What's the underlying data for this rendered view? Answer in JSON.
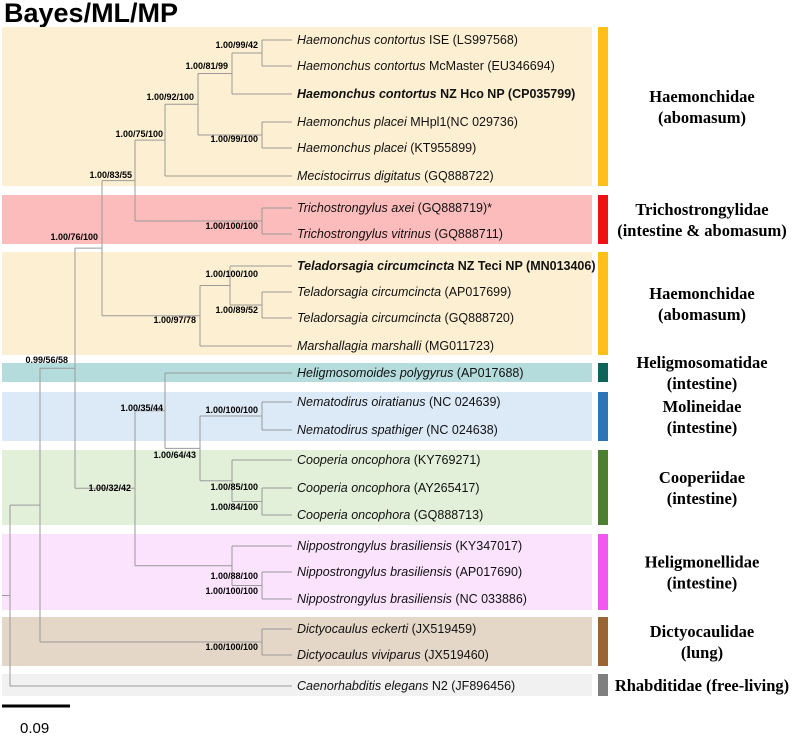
{
  "title": "Bayes/ML/MP",
  "scale_bar_label": "0.09",
  "clade_bands": [
    {
      "color": "#fdf0d2",
      "bar_color": "#fdbf18",
      "family_lines": [
        "Haemonchidae",
        "(abomasum)"
      ]
    },
    {
      "color": "#fdbcbc",
      "bar_color": "#ee1111",
      "family_lines": [
        "Trichostrongylidae",
        "(intestine & abomasum)"
      ]
    },
    {
      "color": "#fdf0d2",
      "bar_color": "#fdbf18",
      "family_lines": [
        "Haemonchidae",
        "(abomasum)"
      ]
    },
    {
      "color": "#b4dcdc",
      "bar_color": "#0e6458",
      "family_lines": [
        "Heligmosomatidae",
        "(intestine)"
      ]
    },
    {
      "color": "#dce9f6",
      "bar_color": "#2e75b6",
      "family_lines": [
        "Molineidae",
        "(intestine)"
      ]
    },
    {
      "color": "#e2efd9",
      "bar_color": "#4d7f30",
      "family_lines": [
        "Cooperiidae",
        "(intestine)"
      ]
    },
    {
      "color": "#fbe3fd",
      "bar_color": "#f158ef",
      "family_lines": [
        "Heligmonellidae",
        "(intestine)"
      ]
    },
    {
      "color": "#e4d7c8",
      "bar_color": "#996633",
      "family_lines": [
        "Dictyocaulidae",
        "(lung)"
      ]
    },
    {
      "color": "#f1f1f1",
      "bar_color": "#7f7f7f",
      "family_lines": [
        "Rhabditidae (free-living)"
      ]
    }
  ],
  "taxa": [
    {
      "italic": "Haemonchus contortus",
      "suffix": " ISE (LS997568)",
      "bold": false
    },
    {
      "italic": "Haemonchus contortus",
      "suffix": " McMaster (EU346694)",
      "bold": false
    },
    {
      "italic": "Haemonchus contortus",
      "suffix": " NZ Hco NP (CP035799)",
      "bold": true
    },
    {
      "italic": "Haemonchus placei",
      "suffix": " MHpl1(NC 029736)",
      "bold": false
    },
    {
      "italic": "Haemonchus placei",
      "suffix": " (KT955899)",
      "bold": false
    },
    {
      "italic": "Mecistocirrus digitatus",
      "suffix": " (GQ888722)",
      "bold": false
    },
    {
      "italic": "Trichostrongylus axei",
      "suffix": " (GQ888719)*",
      "bold": false
    },
    {
      "italic": "Trichostrongylus vitrinus",
      "suffix": " (GQ888711)",
      "bold": false
    },
    {
      "italic": "Teladorsagia circumcincta",
      "suffix": " NZ Teci NP (MN013406)",
      "bold": true
    },
    {
      "italic": "Teladorsagia circumcincta",
      "suffix": " (AP017699)",
      "bold": false
    },
    {
      "italic": "Teladorsagia circumcincta",
      "suffix": " (GQ888720)",
      "bold": false
    },
    {
      "italic": "Marshallagia marshalli",
      "suffix": " (MG011723)",
      "bold": false
    },
    {
      "italic": "Heligmosomoides polygyrus",
      "suffix": " (AP017688)",
      "bold": false
    },
    {
      "italic": "Nematodirus oiratianus",
      "suffix": " (NC 024639)",
      "bold": false
    },
    {
      "italic": "Nematodirus spathiger",
      "suffix": " (NC 024638)",
      "bold": false
    },
    {
      "italic": "Cooperia oncophora",
      "suffix": " (KY769271)",
      "bold": false
    },
    {
      "italic": "Cooperia oncophora",
      "suffix": " (AY265417)",
      "bold": false
    },
    {
      "italic": "Cooperia oncophora",
      "suffix": " (GQ888713)",
      "bold": false
    },
    {
      "italic": "Nippostrongylus brasiliensis",
      "suffix": " (KY347017)",
      "bold": false
    },
    {
      "italic": "Nippostrongylus brasiliensis",
      "suffix": " (AP017690)",
      "bold": false
    },
    {
      "italic": "Nippostrongylus brasiliensis",
      "suffix": " (NC 033886)",
      "bold": false
    },
    {
      "italic": "Dictyocaulus eckerti",
      "suffix": " (JX519459)",
      "bold": false
    },
    {
      "italic": "Dictyocaulus viviparus",
      "suffix": " (JX519460)",
      "bold": false
    },
    {
      "italic": "Caenorhabditis elegans",
      "suffix": " N2 (JF896456)",
      "bold": false
    }
  ],
  "support_values": [
    "1.00/99/42",
    "1.00/81/99",
    "1.00/92/100",
    "1.00/99/100",
    "1.00/75/100",
    "1.00/83/55",
    "1.00/100/100",
    "1.00/76/100",
    "1.00/100/100",
    "1.00/89/52",
    "1.00/97/78",
    "0.99/56/58",
    "1.00/35/44",
    "1.00/100/100",
    "1.00/64/43",
    "1.00/85/100",
    "1.00/84/100",
    "1.00/32/42",
    "1.00/88/100",
    "1.00/100/100",
    "1.00/100/100"
  ]
}
